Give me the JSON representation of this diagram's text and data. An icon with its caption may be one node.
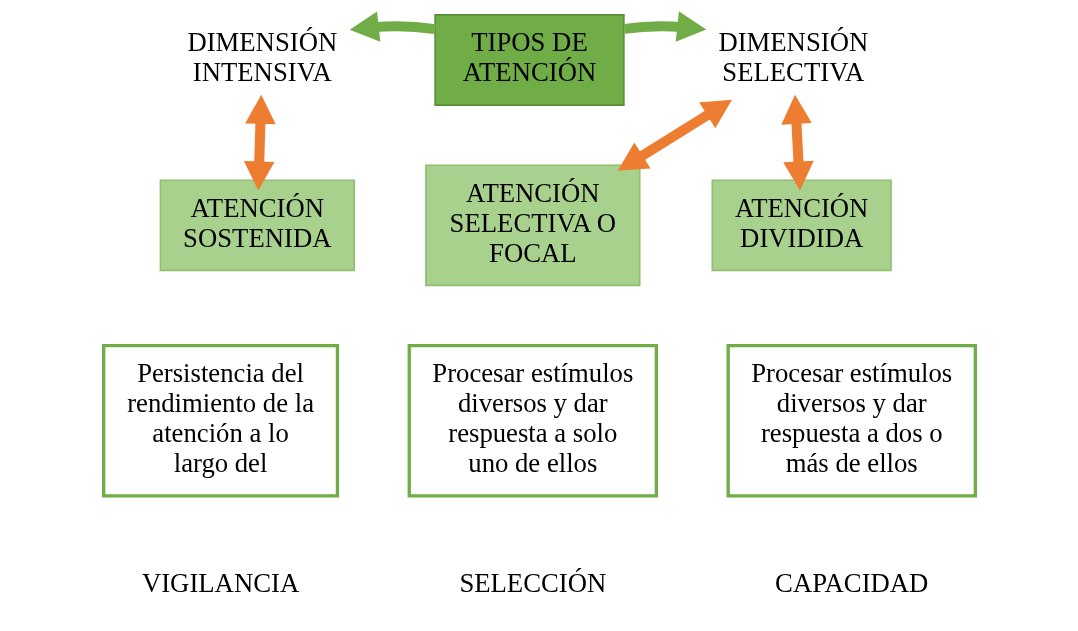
{
  "diagram": {
    "nodes": [
      {
        "text": [
          "TIPOS DE ATENCIÓN"
        ]
      },
      {
        "text": [
          "DIMENSIÓN INTENSIVA"
        ]
      },
      {
        "text": [
          "DIMENSIÓN SELECTIVA"
        ]
      },
      {
        "text": [
          "ATENCIÓN SOSTENIDA"
        ]
      },
      {
        "text": [
          "ATENCIÓN SELECTIVA O FOCAL"
        ]
      },
      {
        "text": [
          "ATENCIÓN DIVIDIDA"
        ]
      },
      {
        "text": [
          "Persistencia del rendimiento de la atención a lo largo del"
        ],
        "beside": [
          "VIGILANCIA"
        ]
      },
      {
        "text": [
          "Procesar estímulos diversos y dar respuesta a solo uno de ellos"
        ],
        "beside": [
          "SELECCIÓN"
        ]
      },
      {
        "text": [
          "Procesar estímulos diversos y dar respuesta a dos o más de ellos"
        ],
        "beside": [
          "CAPACIDAD"
        ]
      }
    ],
    "edges": [
      {
        "from": 0,
        "to": 1,
        "arrow": "to",
        "color": "#70ad47"
      },
      {
        "from": 0,
        "to": 2,
        "arrow": "to",
        "color": "#70ad47"
      },
      {
        "from": 1,
        "to": 3,
        "arrow": "both"
      },
      {
        "from": 2,
        "to": 4,
        "arrow": "both"
      },
      {
        "from": 2,
        "to": 5,
        "arrow": "both"
      }
    ]
  }
}
